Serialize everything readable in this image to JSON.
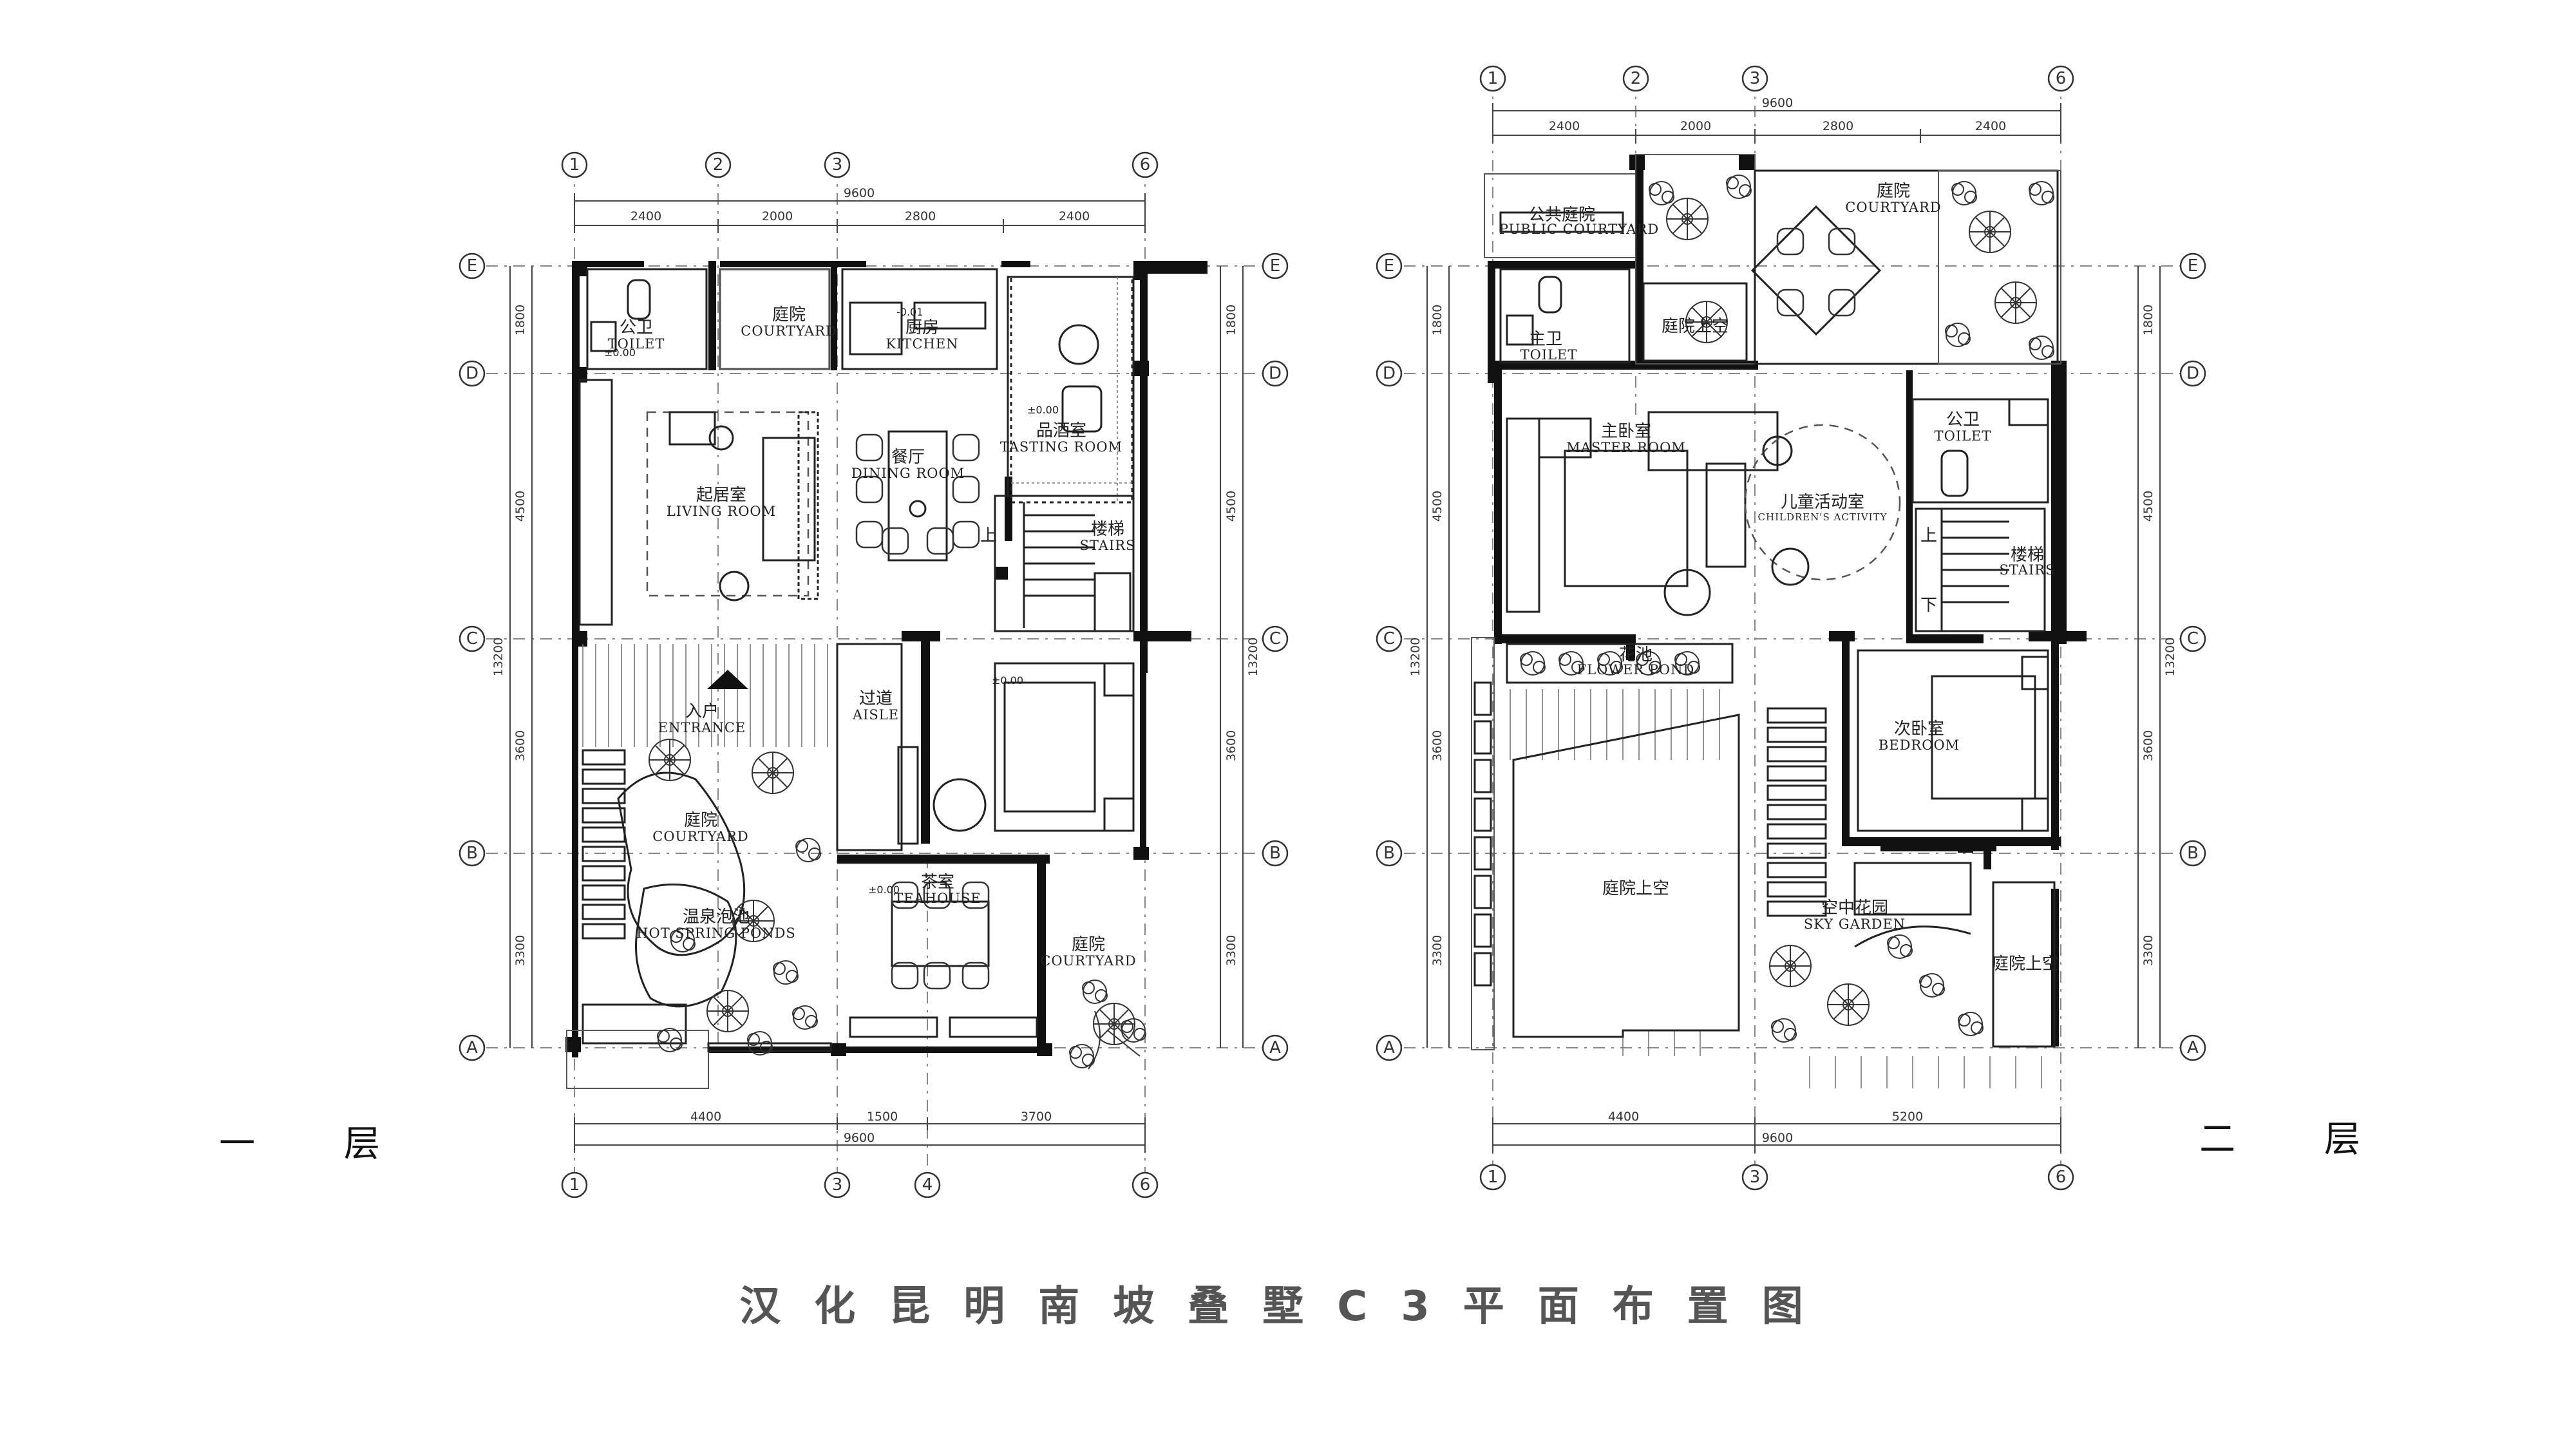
{
  "title": "汉化昆明南坡叠墅C3平面布置图",
  "floor1": {
    "name": "一 层",
    "axes_top": [
      "1",
      "2",
      "3",
      "6"
    ],
    "axes_bottom": [
      "1",
      "3",
      "4",
      "6"
    ],
    "axes_side": [
      "E",
      "D",
      "C",
      "B",
      "A"
    ],
    "dims_top": [
      "2400",
      "2000",
      "2800",
      "2400"
    ],
    "dims_top_total": "9600",
    "dims_bottom": [
      "4400",
      "1500",
      "3700"
    ],
    "dims_bottom_total": "9600",
    "dims_side": [
      "1800",
      "4500",
      "3600",
      "3300"
    ],
    "dims_side_total": "13200",
    "rooms": {
      "toilet": {
        "zh": "公卫",
        "en": "TOILET"
      },
      "courtyard_n": {
        "zh": "庭院",
        "en": "COURTYARD"
      },
      "kitchen": {
        "zh": "厨房",
        "en": "KITCHEN"
      },
      "tasting": {
        "zh": "品酒室",
        "en": "TASTING ROOM"
      },
      "dining": {
        "zh": "餐厅",
        "en": "DINING ROOM"
      },
      "living": {
        "zh": "起居室",
        "en": "LIVING ROOM"
      },
      "stairs": {
        "zh": "楼梯",
        "en": "STAIRS"
      },
      "entrance": {
        "zh": "入户",
        "en": "ENTRANCE"
      },
      "aisle": {
        "zh": "过道",
        "en": "AISLE"
      },
      "courtyard_w": {
        "zh": "庭院",
        "en": "COURTYARD"
      },
      "ponds": {
        "zh": "温泉泡池",
        "en": "HOT SPRING PONDS"
      },
      "teahouse": {
        "zh": "茶室",
        "en": "TEAHOUSE"
      },
      "courtyard_e": {
        "zh": "庭院",
        "en": "COURTYARD"
      }
    },
    "up": "上",
    "levels": [
      "±0.00",
      "-0.01",
      "±0.00",
      "±0.00",
      "±0.00"
    ]
  },
  "floor2": {
    "name": "二 层",
    "axes_top": [
      "1",
      "2",
      "3",
      "6"
    ],
    "axes_bottom": [
      "1",
      "3",
      "6"
    ],
    "axes_side": [
      "E",
      "D",
      "C",
      "B",
      "A"
    ],
    "dims_top": [
      "2400",
      "2000",
      "2800",
      "2400"
    ],
    "dims_top_total": "9600",
    "dims_bottom": [
      "4400",
      "5200"
    ],
    "dims_bottom_total": "9600",
    "dims_side": [
      "1800",
      "4500",
      "3600",
      "3300"
    ],
    "dims_side_total": "13200",
    "rooms": {
      "public_courtyard": {
        "zh": "公共庭院",
        "en": "PUBLIC COURTYARD"
      },
      "courtyard": {
        "zh": "庭院",
        "en": "COURTYARD"
      },
      "master_toilet": {
        "zh": "主卫",
        "en": "TOILET"
      },
      "void1": {
        "zh": "庭院上空"
      },
      "master": {
        "zh": "主卧室",
        "en": "MASTER ROOM"
      },
      "children": {
        "zh": "儿童活动室",
        "en": "CHILDREN'S ACTIVITY"
      },
      "toilet": {
        "zh": "公卫",
        "en": "TOILET"
      },
      "stairs": {
        "zh": "楼梯",
        "en": "STAIRS"
      },
      "flower_pond": {
        "zh": "花池",
        "en": "FLOWER POND"
      },
      "bedroom": {
        "zh": "次卧室",
        "en": "BEDROOM"
      },
      "void2": {
        "zh": "庭院上空"
      },
      "sky_garden": {
        "zh": "空中花园",
        "en": "SKY GARDEN"
      },
      "void3": {
        "zh": "庭院上空"
      }
    },
    "up": "上",
    "down": "下"
  }
}
